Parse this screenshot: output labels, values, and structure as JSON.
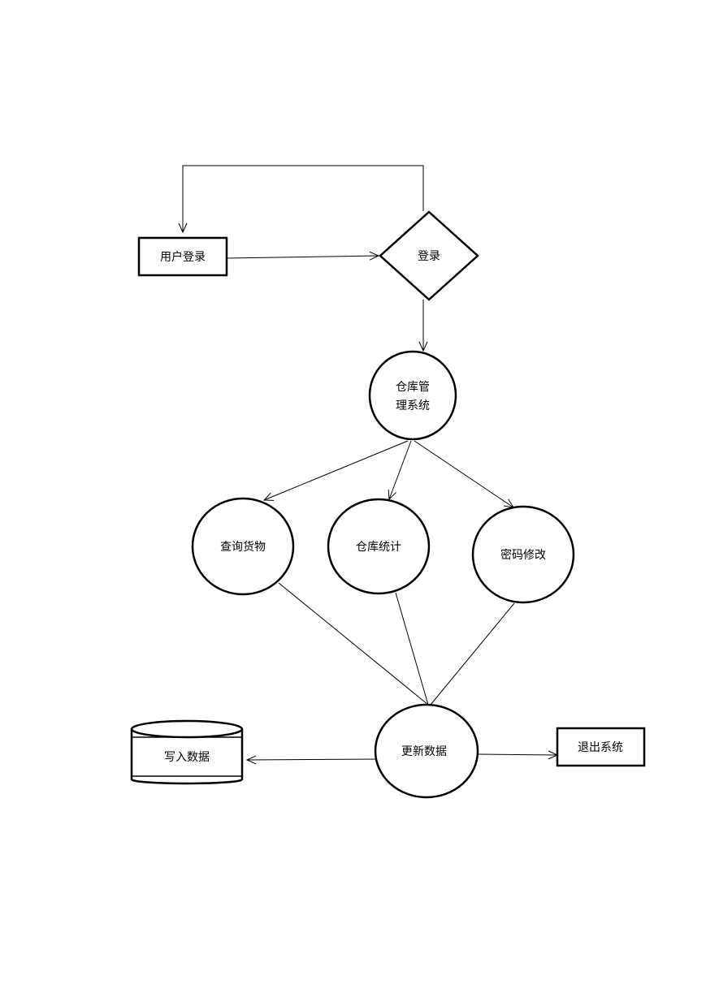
{
  "nodes": {
    "user_login": "用户登录",
    "login": "登录",
    "wms_line1": "仓库管",
    "wms_line2": "理系统",
    "query_goods": "查询货物",
    "warehouse_stats": "仓库统计",
    "change_password": "密码修改",
    "update_data": "更新数据",
    "write_data": "写入数据",
    "exit_system": "退出系统"
  }
}
